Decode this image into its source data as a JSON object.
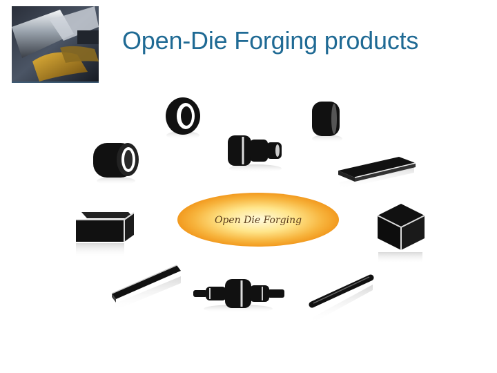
{
  "slide": {
    "title": "Open-Die Forging products"
  },
  "diagram": {
    "center_label": "Open Die Forging",
    "products": [
      "ring-on-edge",
      "stepped-shaft",
      "thick-disc",
      "hollow-ring",
      "flat-plate",
      "rectangular-block",
      "cube",
      "square-bar",
      "stepped-spindle",
      "round-bar"
    ]
  },
  "colors": {
    "title": "#1f6a94",
    "product": "#111111",
    "ellipse_center": "#fff3b0",
    "ellipse_edge": "#f5a623"
  }
}
